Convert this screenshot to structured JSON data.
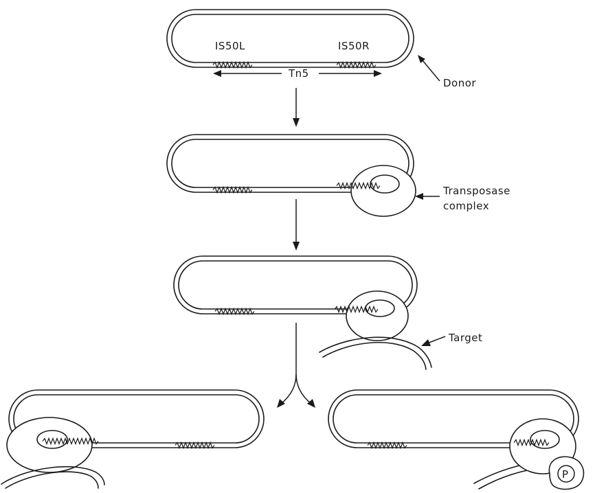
{
  "labels": {
    "is50l": "IS50L",
    "is50r": "IS50R",
    "tn5": "Tn5",
    "donor": "Donor",
    "transposase_line1": "Transposase",
    "transposase_line2": "complex",
    "target": "Target",
    "p_marker": "P"
  }
}
